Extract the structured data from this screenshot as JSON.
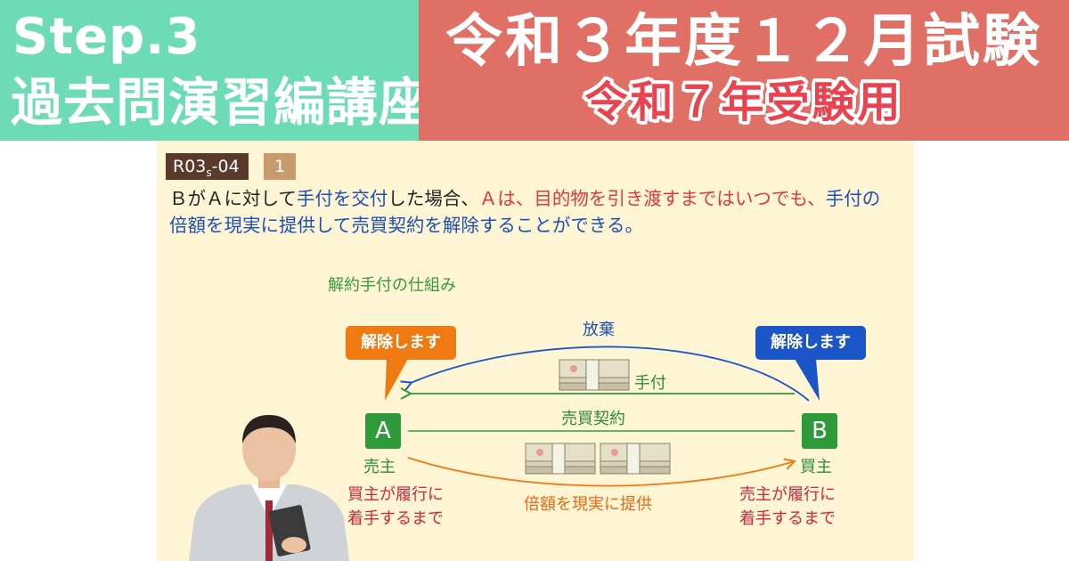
{
  "banner": {
    "step_label": "Step.3",
    "course_name": "過去問演習編講座",
    "title": "令和３年度１２月試験",
    "subtitle": "令和７年受験用"
  },
  "question": {
    "id_main": "R03",
    "id_sub": "s",
    "id_tail": "-04",
    "number": "1",
    "text_parts": [
      "ＢがＡに対して",
      "手付を交付",
      "した場合、",
      "Ａは、",
      "目的物を引き渡すまではいつでも、",
      "手付の",
      "倍額を現実に提供して売買契約を解除することができる。"
    ]
  },
  "diagram": {
    "title": "解約手付の仕組み",
    "bubble_a": "解除します",
    "bubble_b": "解除します",
    "party_a": "A",
    "party_b": "B",
    "role_a": "売主",
    "role_b": "買主",
    "arrow_top": "放棄",
    "arrow_deposit": "手付",
    "arrow_contract": "売買契約",
    "arrow_bottom": "倍額を現実に提供",
    "condition_a": [
      "買主が履行に",
      "着手するまで"
    ],
    "condition_b": [
      "売主が履行に",
      "着手するまで"
    ]
  },
  "colors": {
    "banner_left": "#6cdbb6",
    "banner_right": "#e07066",
    "slide_bg": "#fdf5d4",
    "seller_orange": "#f07a12",
    "buyer_blue": "#1b55c8",
    "party_green": "#2e9a3a",
    "emphasis_red": "#e0383a",
    "emphasis_blue": "#1d4fb8"
  }
}
